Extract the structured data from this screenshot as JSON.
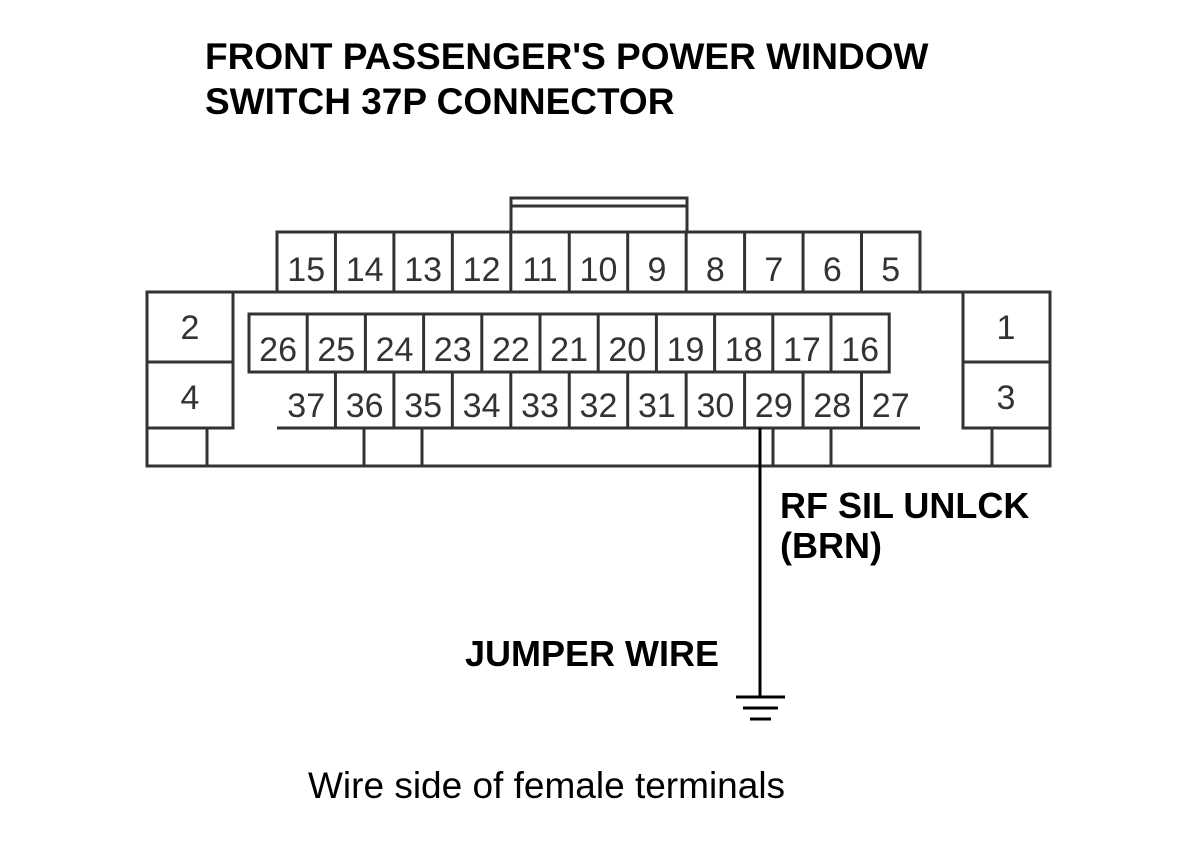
{
  "title": {
    "line1": "FRONT PASSENGER'S POWER WINDOW",
    "line2": "SWITCH 37P CONNECTOR"
  },
  "connector": {
    "row_top": [
      "15",
      "14",
      "13",
      "12",
      "11",
      "10",
      "9",
      "8",
      "7",
      "6",
      "5"
    ],
    "row_middle": [
      "26",
      "25",
      "24",
      "23",
      "22",
      "21",
      "20",
      "19",
      "18",
      "17",
      "16"
    ],
    "row_bottom": [
      "37",
      "36",
      "35",
      "34",
      "33",
      "32",
      "31",
      "30",
      "29",
      "28",
      "27"
    ],
    "left_upper": "2",
    "left_lower": "4",
    "right_upper": "1",
    "right_lower": "3"
  },
  "wire": {
    "terminal": "29",
    "label_line1": "RF SIL UNLCK",
    "label_line2": "(BRN)"
  },
  "jumper": {
    "label": "JUMPER WIRE"
  },
  "ground_icon": "ground-symbol",
  "caption": "Wire side of female terminals"
}
